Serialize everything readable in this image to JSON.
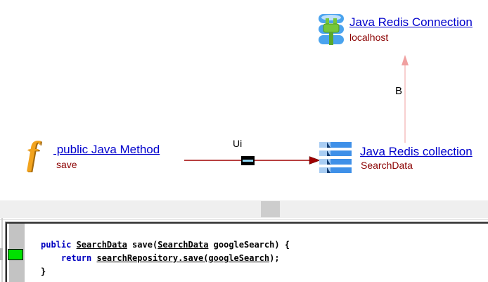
{
  "diagram": {
    "nodes": {
      "connection": {
        "title": "Java Redis Connection",
        "subtitle": "localhost"
      },
      "method": {
        "title": " public Java Method",
        "subtitle": "save"
      },
      "collection": {
        "title": "Java Redis collection",
        "subtitle": "SearchData"
      }
    },
    "edges": {
      "method_to_collection": {
        "label": "Ui"
      },
      "collection_to_connection": {
        "label": "B"
      }
    },
    "icons": {
      "method_glyph": "f",
      "method_icon": "function-icon",
      "collection_icon": "list-icon",
      "connection_icon": "redis-database-icon"
    }
  },
  "colors": {
    "link_blue": "#0000cc",
    "label_maroon": "#8b0000",
    "edge_red": "#a00000",
    "edge_pink_line": "#f6c0c0",
    "edge_pink_head": "#f0a0a0",
    "keyword_blue": "#0000c0",
    "marker_green": "#00e100",
    "icon_orange": "#f2a31d",
    "icon_blue": "#3f90e8",
    "gutter_gray": "#c3c3c3",
    "scrollbar_track": "#efefef",
    "scrollbar_thumb": "#cdcdcd"
  },
  "code_panel": {
    "lines": [
      {
        "segments": [
          {
            "text": "public ",
            "style": "kw"
          },
          {
            "text": "SearchData",
            "style": "lk"
          },
          {
            "text": " save(",
            "style": "pl"
          },
          {
            "text": "SearchData",
            "style": "lk"
          },
          {
            "text": " googleSearch) {",
            "style": "pl"
          }
        ]
      },
      {
        "segments": [
          {
            "text": "    ",
            "style": "pl"
          },
          {
            "text": "return ",
            "style": "kw"
          },
          {
            "text": "searchRepository.save(googleSearch",
            "style": "lk"
          },
          {
            "text": ");",
            "style": "pl"
          }
        ]
      },
      {
        "segments": [
          {
            "text": "}",
            "style": "pl"
          }
        ]
      }
    ]
  }
}
